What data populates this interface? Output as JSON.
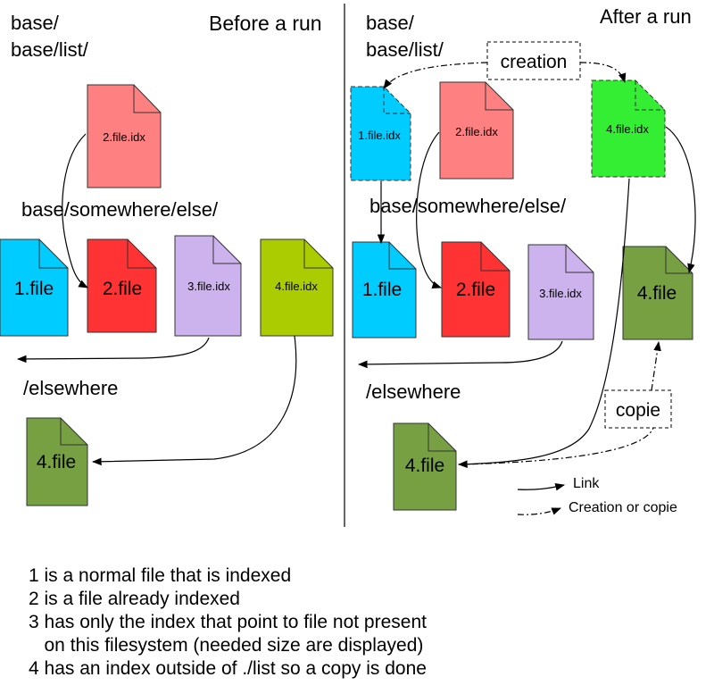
{
  "before": {
    "title": "Before a run",
    "base": "base/",
    "base_list": "base/list/",
    "somewhere": "base/somewhere/else/",
    "elsewhere": "/elsewhere",
    "idx2": "2.file.idx",
    "file1": "1.file",
    "file2": "2.file",
    "idx3": "3.file.idx",
    "idx4": "4.file.idx",
    "file4": "4.file"
  },
  "after": {
    "title": "After a run",
    "base": "base/",
    "base_list": "base/list/",
    "creation": "creation",
    "idx1": "1.file.idx",
    "idx2": "2.file.idx",
    "idx4": "4.file.idx",
    "somewhere": "base/somewhere/else/",
    "file1": "1.file",
    "file2": "2.file",
    "idx3": "3.file.idx",
    "file4_copy": "4.file",
    "elsewhere": "/elsewhere",
    "copie": "copie",
    "file4": "4.file"
  },
  "legend": {
    "link": "Link",
    "creation_or_copie": "Creation or copie"
  },
  "notes": [
    "1 is a normal file that is indexed",
    "2 is a file already indexed",
    "3 has only the index that point to file not present",
    "   on this filesystem (needed size are displayed)",
    "4 has an index outside of ./list so a copy is done"
  ],
  "colors": {
    "cyan": "#00CCFF",
    "pink": "#FF8080",
    "red": "#FF3333",
    "lavender": "#CCB3EE",
    "olive": "#AACC00",
    "darkgreen": "#77A043",
    "green": "#33EE33"
  }
}
